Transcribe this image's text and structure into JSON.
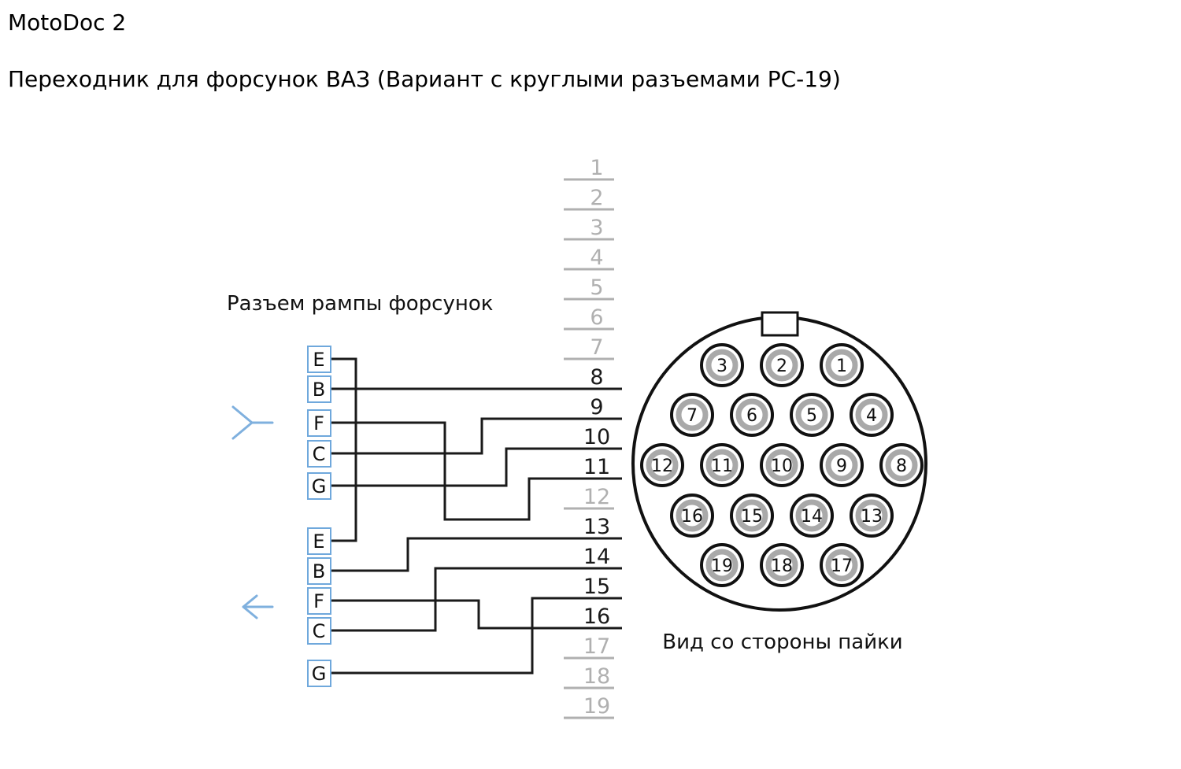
{
  "header": {
    "app_title": "MotoDoc 2",
    "diagram_title": "Переходник для форсунок ВАЗ  (Вариант с круглыми разъемами РС-19)"
  },
  "labels": {
    "rail_connector": "Разъем рампы форсунок",
    "solder_side_view": "Вид со стороны пайки"
  },
  "rail_connectors": {
    "top": {
      "pins": [
        "E",
        "B",
        "F",
        "C",
        "G"
      ]
    },
    "bottom": {
      "pins": [
        "E",
        "B",
        "F",
        "C",
        "G"
      ]
    }
  },
  "bus": {
    "numbers": [
      "1",
      "2",
      "3",
      "4",
      "5",
      "6",
      "7",
      "8",
      "9",
      "10",
      "11",
      "12",
      "13",
      "14",
      "15",
      "16",
      "17",
      "18",
      "19"
    ],
    "used_numbers": [
      "8",
      "9",
      "10",
      "11",
      "13",
      "14",
      "15",
      "16"
    ],
    "unused_numbers": [
      "1",
      "2",
      "3",
      "4",
      "5",
      "6",
      "7",
      "12",
      "17",
      "18",
      "19"
    ]
  },
  "round_connector": {
    "pin_rows": [
      [
        "3",
        "2",
        "1"
      ],
      [
        "7",
        "6",
        "5",
        "4"
      ],
      [
        "12",
        "11",
        "10",
        "9",
        "8"
      ],
      [
        "16",
        "15",
        "14",
        "13"
      ],
      [
        "19",
        "18",
        "17"
      ]
    ]
  },
  "connections": [
    {
      "from": "top.B",
      "to": "8"
    },
    {
      "from": "top.C",
      "to": "9"
    },
    {
      "from": "top.G",
      "to": "10"
    },
    {
      "from": "top.F",
      "to": "11"
    },
    {
      "from": "top.E",
      "to": "bottom.E"
    },
    {
      "from": "bottom.B",
      "to": "13"
    },
    {
      "from": "bottom.C",
      "to": "14"
    },
    {
      "from": "bottom.G",
      "to": "15"
    },
    {
      "from": "bottom.F",
      "to": "16"
    }
  ],
  "colors": {
    "wire": "#1a1a1a",
    "unused": "#b0b0b0",
    "pin_box_border": "#6fa8dc",
    "arrow": "#7fb0de",
    "pin_ring": "#a9a9a9"
  }
}
